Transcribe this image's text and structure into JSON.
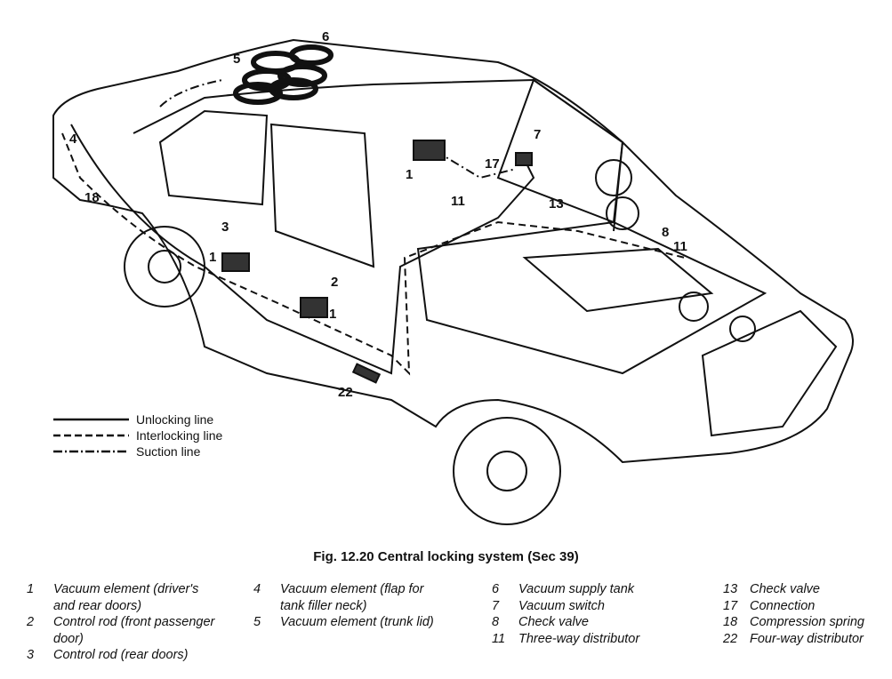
{
  "figure": {
    "caption": "Fig. 12.20 Central locking system (Sec 39)"
  },
  "callouts": [
    "6",
    "5",
    "4",
    "18",
    "1",
    "7",
    "17",
    "11",
    "13",
    "3",
    "1",
    "2",
    "1",
    "8",
    "11",
    "22"
  ],
  "legend": [
    {
      "label": "Unlocking line",
      "style": "solid"
    },
    {
      "label": "Interlocking line",
      "style": "dashed"
    },
    {
      "label": "Suction line",
      "style": "dash-dot"
    }
  ],
  "key": {
    "col1": [
      {
        "num": "1",
        "text": "Vacuum element (driver's and rear doors)"
      },
      {
        "num": "2",
        "text": "Control rod (front passenger door)"
      },
      {
        "num": "3",
        "text": "Control rod (rear doors)"
      }
    ],
    "col2": [
      {
        "num": "4",
        "text": "Vacuum element (flap for tank filler neck)"
      },
      {
        "num": "5",
        "text": "Vacuum element (trunk lid)"
      }
    ],
    "col3": [
      {
        "num": "6",
        "text": "Vacuum supply tank"
      },
      {
        "num": "7",
        "text": "Vacuum switch"
      },
      {
        "num": "8",
        "text": "Check valve"
      },
      {
        "num": "11",
        "text": "Three-way distributor"
      }
    ],
    "col4": [
      {
        "num": "13",
        "text": "Check valve"
      },
      {
        "num": "17",
        "text": "Connection"
      },
      {
        "num": "18",
        "text": "Compression spring"
      },
      {
        "num": "22",
        "text": "Four-way distributor"
      }
    ]
  }
}
